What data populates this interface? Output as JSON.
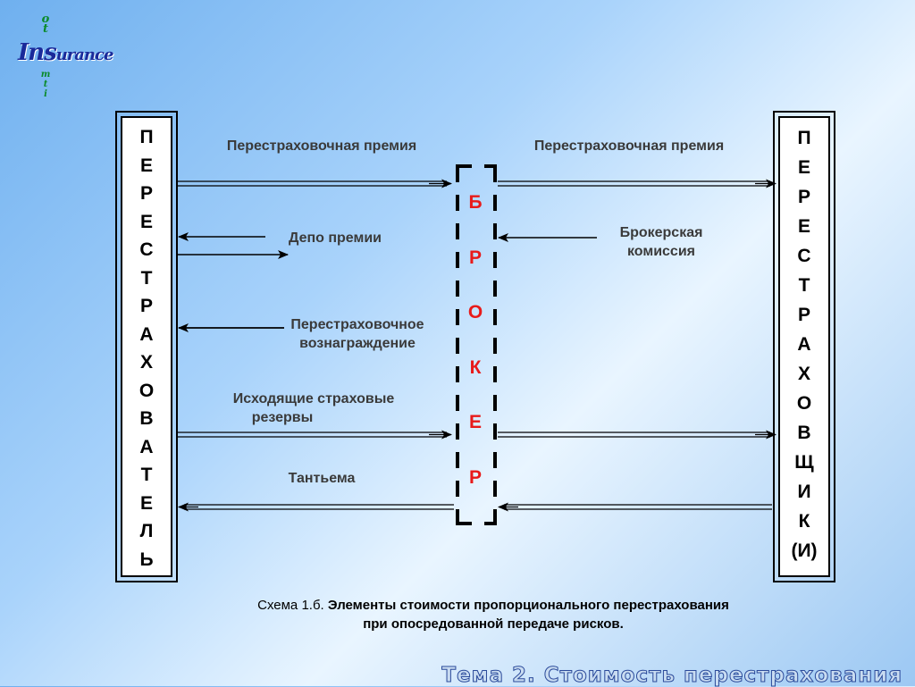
{
  "logo": {
    "word_main": "Ins",
    "word_rest": "urance",
    "vertical_top": "ot",
    "vertical_bottom": "mti"
  },
  "left_box": {
    "letters": [
      "П",
      "Е",
      "Р",
      "Е",
      "С",
      "Т",
      "Р",
      "А",
      "Х",
      "О",
      "В",
      "А",
      "Т",
      "Е",
      "Л",
      "Ь"
    ]
  },
  "right_box": {
    "letters": [
      "П",
      "Е",
      "Р",
      "Е",
      "С",
      "Т",
      "Р",
      "А",
      "Х",
      "О",
      "В",
      "Щ",
      "И",
      "К",
      "(И)"
    ]
  },
  "broker": {
    "letters": [
      "Б",
      "Р",
      "О",
      "К",
      "Е",
      "Р"
    ],
    "letter_color": "#e81a1a"
  },
  "labels": {
    "premium_left": "Перестраховочная премия",
    "premium_right": "Перестраховочная премия",
    "deposit": "Депо премии",
    "broker_commission_1": "Брокерская",
    "broker_commission_2": "комиссия",
    "reward_1": "Перестраховочное",
    "reward_2": "вознаграждение",
    "reserves_1": "Исходящие страховые",
    "reserves_2": "резервы",
    "tantieme": "Тантьема"
  },
  "caption": {
    "prefix": "Схема 1.б.",
    "bold_line1": "Элементы стоимости пропорционального перестрахования",
    "bold_line2": "при опосредованной передаче рисков."
  },
  "footer": {
    "text": "Тема 2. Стоимость перестрахования"
  },
  "colors": {
    "line": "#000000",
    "label_text": "#3a3a3a",
    "footer_stroke": "#2b4a9a"
  }
}
